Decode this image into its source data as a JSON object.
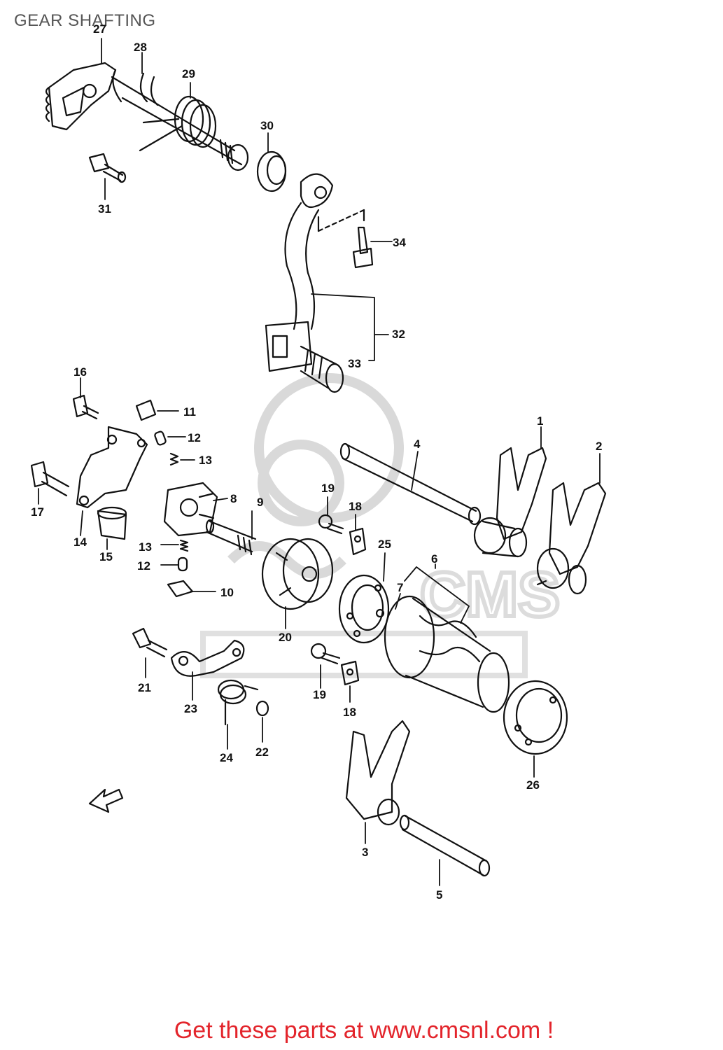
{
  "title": "GEAR SHAFTING",
  "callouts": {
    "c1": "1",
    "c2": "2",
    "c3": "3",
    "c4": "4",
    "c5": "5",
    "c6": "6",
    "c7": "7",
    "c8": "8",
    "c9": "9",
    "c10": "10",
    "c11": "11",
    "c12a": "12",
    "c12b": "12",
    "c13a": "13",
    "c13b": "13",
    "c14": "14",
    "c15": "15",
    "c16": "16",
    "c17": "17",
    "c18a": "18",
    "c18b": "18",
    "c19a": "19",
    "c19b": "19",
    "c20": "20",
    "c21": "21",
    "c22": "22",
    "c23": "23",
    "c24": "24",
    "c25": "25",
    "c26": "26",
    "c27": "27",
    "c28": "28",
    "c29": "29",
    "c30": "30",
    "c31": "31",
    "c32": "32",
    "c33": "33",
    "c34": "34"
  },
  "cta_text": "Get these parts at www.cmsnl.com !",
  "colors": {
    "cta": "#e3242b",
    "line": "#111111",
    "watermark": "#d9d9d9"
  }
}
